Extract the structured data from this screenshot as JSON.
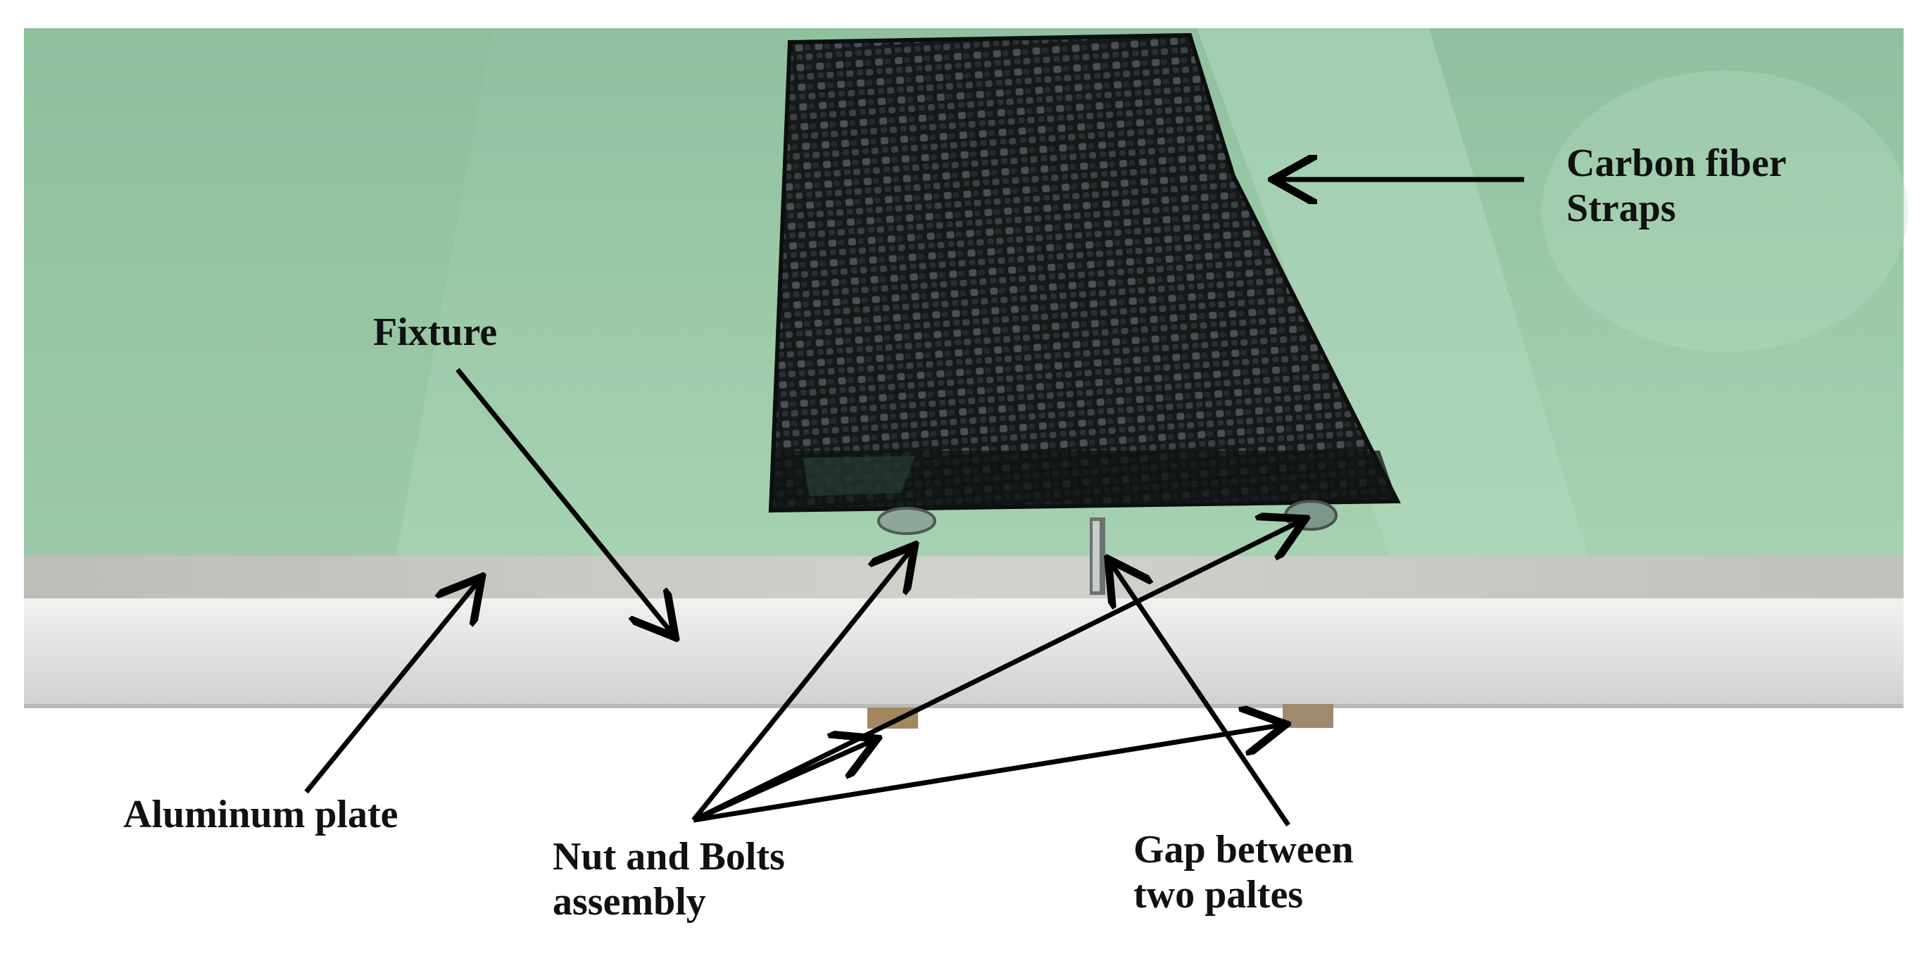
{
  "figure": {
    "annotations": {
      "carbon_fiber": {
        "line1": "Carbon fiber",
        "line2": "Straps"
      },
      "fixture": "Fixture",
      "aluminum_plate": "Aluminum plate",
      "nut_bolts": {
        "line1": "Nut and Bolts",
        "line2": "assembly"
      },
      "gap": {
        "line1": "Gap between",
        "line2": "two paltes"
      }
    },
    "colors": {
      "fixture_surface": "#9dc9a9",
      "carbon_fiber": "#1e2122",
      "aluminum_edge": "#c8c8c4",
      "aluminum_front": "#e3e4e2",
      "arrow": "#000000",
      "background": "#ffffff"
    }
  }
}
